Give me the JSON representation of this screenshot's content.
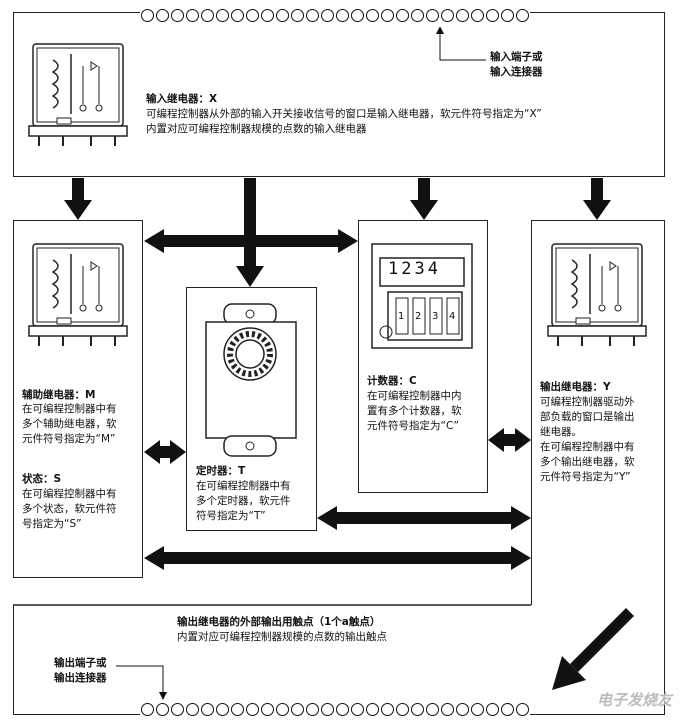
{
  "input_section": {
    "title": "输入继电器：X",
    "desc": "可编程控制器从外部的输入开关接收信号的窗口是输入继电器，软元件符号指定为“X”\n内置对应可编程控制器规模的点数的输入继电器"
  },
  "input_terminal_label": "输入端子或\n输入连接器",
  "aux_section": {
    "title": "辅助继电器：M",
    "desc": "在可编程控制器中有\n多个辅助继电器，软\n元件符号指定为“M”",
    "state_title": "状态：S",
    "state_desc": "在可编程控制器中有\n多个状态，软元件符\n号指定为“S”"
  },
  "timer_section": {
    "title": "定时器：T",
    "desc": "在可编程控制器中有\n多个定时器，软元件\n符号指定为“T”"
  },
  "counter_section": {
    "title": "计数器：C",
    "desc": "在可编程控制器中内\n置有多个计数器，软\n元件符号指定为“C”",
    "display": "1234",
    "dials": [
      "1",
      "2",
      "3",
      "4"
    ]
  },
  "output_section": {
    "title": "输出继电器：Y",
    "desc": "可编程控制器驱动外\n部负载的窗口是输出\n继电器。\n在可编程控制器中有\n多个输出继电器，软\n元件符号指定为“Y”"
  },
  "output_contacts": {
    "title": "输出继电器的外部输出用触点（1个a触点）",
    "desc": "内置对应可编程控制器规模的点数的输出触点"
  },
  "output_terminal_label": "输出端子或\n输出连接器",
  "watermark": "电子发烧友"
}
